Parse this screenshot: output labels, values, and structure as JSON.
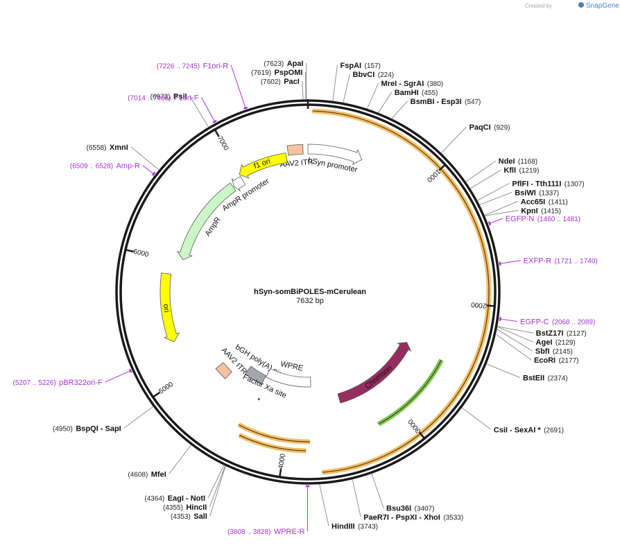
{
  "header": {
    "credit": "Created by",
    "brand": "SnapGene"
  },
  "plasmid": {
    "name": "hSyn-somBiPOLES-mCerulean",
    "size_text": "7632 bp",
    "length": 7632
  },
  "ticks": [
    {
      "pos": 1000,
      "label": "1000"
    },
    {
      "pos": 2000,
      "label": "2000"
    },
    {
      "pos": 3000,
      "label": "3000"
    },
    {
      "pos": 4000,
      "label": "4000"
    },
    {
      "pos": 5000,
      "label": "5000"
    },
    {
      "pos": 6000,
      "label": "6000"
    },
    {
      "pos": 7000,
      "label": "7000"
    }
  ],
  "enzymes": [
    {
      "name": "PspOMI",
      "pos_text": "(7619)",
      "pos": 7619
    },
    {
      "name": "PacI",
      "pos_text": "(7602)",
      "pos": 7602
    },
    {
      "name": "ApaI",
      "pos_text": "(7623)",
      "pos": 7623
    },
    {
      "name": "FspAI",
      "pos_text": "(157)",
      "pos": 157
    },
    {
      "name": "BbvCI",
      "pos_text": "(224)",
      "pos": 224
    },
    {
      "name": "MreI - SgrAI",
      "pos_text": "(380)",
      "pos": 380
    },
    {
      "name": "BamHI",
      "pos_text": "(455)",
      "pos": 455
    },
    {
      "name": "BsmBI - Esp3I",
      "pos_text": "(547)",
      "pos": 547
    },
    {
      "name": "PaqCI",
      "pos_text": "(929)",
      "pos": 929
    },
    {
      "name": "NdeI",
      "pos_text": "(1168)",
      "pos": 1168
    },
    {
      "name": "KflI",
      "pos_text": "(1219)",
      "pos": 1219
    },
    {
      "name": "PflFI - Tth111I",
      "pos_text": "(1307)",
      "pos": 1307
    },
    {
      "name": "BsiWI",
      "pos_text": "(1337)",
      "pos": 1337
    },
    {
      "name": "Acc65I",
      "pos_text": "(1411)",
      "pos": 1411
    },
    {
      "name": "KpnI",
      "pos_text": "(1415)",
      "pos": 1415
    },
    {
      "name": "BstZ17I",
      "pos_text": "(2127)",
      "pos": 2127
    },
    {
      "name": "AgeI",
      "pos_text": "(2129)",
      "pos": 2129
    },
    {
      "name": "SbfI",
      "pos_text": "(2145)",
      "pos": 2145
    },
    {
      "name": "EcoRI",
      "pos_text": "(2177)",
      "pos": 2177
    },
    {
      "name": "BstEII",
      "pos_text": "(2374)",
      "pos": 2374
    },
    {
      "name": "CsiI - SexAI *",
      "pos_text": "(2691)",
      "pos": 2691
    },
    {
      "name": "Bsu36I",
      "pos_text": "(3407)",
      "pos": 3407
    },
    {
      "name": "PaeR7I - PspXI - XhoI",
      "pos_text": "(3533)",
      "pos": 3533
    },
    {
      "name": "HindIII",
      "pos_text": "(3743)",
      "pos": 3743
    },
    {
      "name": "SalI",
      "pos_text": "(4353)",
      "pos": 4353
    },
    {
      "name": "HincII",
      "pos_text": "(4355)",
      "pos": 4355
    },
    {
      "name": "EagI - NotI",
      "pos_text": "(4364)",
      "pos": 4364
    },
    {
      "name": "MfeI",
      "pos_text": "(4608)",
      "pos": 4608
    },
    {
      "name": "BspQI - SapI",
      "pos_text": "(4950)",
      "pos": 4950
    },
    {
      "name": "XmnI",
      "pos_text": "(6558)",
      "pos": 6558
    },
    {
      "name": "PsiI",
      "pos_text": "(6973)",
      "pos": 6973
    }
  ],
  "primers": [
    {
      "name": "F1ori-R",
      "pos_text": "(7226 .. 7245)",
      "pos": 7235
    },
    {
      "name": "F1ori-F",
      "pos_text": "(7014 .. 7035)",
      "pos": 7024
    },
    {
      "name": "Amp-R",
      "pos_text": "(6509 .. 6528)",
      "pos": 6518
    },
    {
      "name": "EGFP-N",
      "pos_text": "(1460 .. 1481)",
      "pos": 1470
    },
    {
      "name": "EXFP-R",
      "pos_text": "(1721 .. 1740)",
      "pos": 1730
    },
    {
      "name": "EGFP-C",
      "pos_text": "(2068 .. 2089)",
      "pos": 2078
    },
    {
      "name": "pBR322ori-F",
      "pos_text": "(5207 .. 5226)",
      "pos": 5216
    },
    {
      "name": "WPRE-R",
      "pos_text": "(3808 .. 3828)",
      "pos": 3818
    }
  ],
  "features": [
    {
      "label": "hSyn promoter",
      "color": "#ffffff",
      "start": 0,
      "end": 470,
      "direction": "forward"
    },
    {
      "label": "AAV2 ITR",
      "color": "#f5c3a1",
      "start": 7460,
      "end": 7590,
      "direction": "none"
    },
    {
      "label": "f1 ori",
      "color": "#ffff00",
      "start": 6990,
      "end": 7440,
      "direction": "reverse"
    },
    {
      "label": "AmpR promoter",
      "color": "#ffffff",
      "start": 6890,
      "end": 6990,
      "direction": "reverse"
    },
    {
      "label": "AmpR",
      "color": "#ccf5c8",
      "start": 6030,
      "end": 6880,
      "direction": "reverse"
    },
    {
      "label": "ori",
      "color": "#ffff00",
      "start": 5290,
      "end": 5880,
      "direction": "reverse"
    },
    {
      "label": "AAV2 ITR",
      "color": "#f5c3a1",
      "start": 4740,
      "end": 4880,
      "direction": "none"
    },
    {
      "label": "bGH poly(A) signal",
      "color": "#a4a8ad",
      "start": 4380,
      "end": 4610,
      "direction": "none"
    },
    {
      "label": "Factor Xa site",
      "color": "#555555",
      "start": 4330,
      "end": 4345,
      "direction": "none"
    },
    {
      "label": "WPRE",
      "color": "#ffffff",
      "start": 3780,
      "end": 4370,
      "direction": "none"
    },
    {
      "label": "Chrimson",
      "color": "#962d5f",
      "start": 2480,
      "end": 3470,
      "direction": "reverse"
    }
  ],
  "arcs": [
    {
      "label": "",
      "color": "#f1b34d",
      "start": 30,
      "end": 3720,
      "direction": "forward"
    },
    {
      "label": "",
      "color": "#5fbd38",
      "start": 2480,
      "end": 3220,
      "direction": "forward"
    },
    {
      "label": "",
      "color": "#f1b34d",
      "start": 3830,
      "end": 4360,
      "direction": "reverse"
    },
    {
      "label": "",
      "color": "#f1b34d",
      "start": 3800,
      "end": 4400,
      "direction": "reverse"
    }
  ],
  "colors": {
    "backbone": "#1a1a1a",
    "primer": "#a531d1",
    "enzyme_line": "#777777"
  }
}
